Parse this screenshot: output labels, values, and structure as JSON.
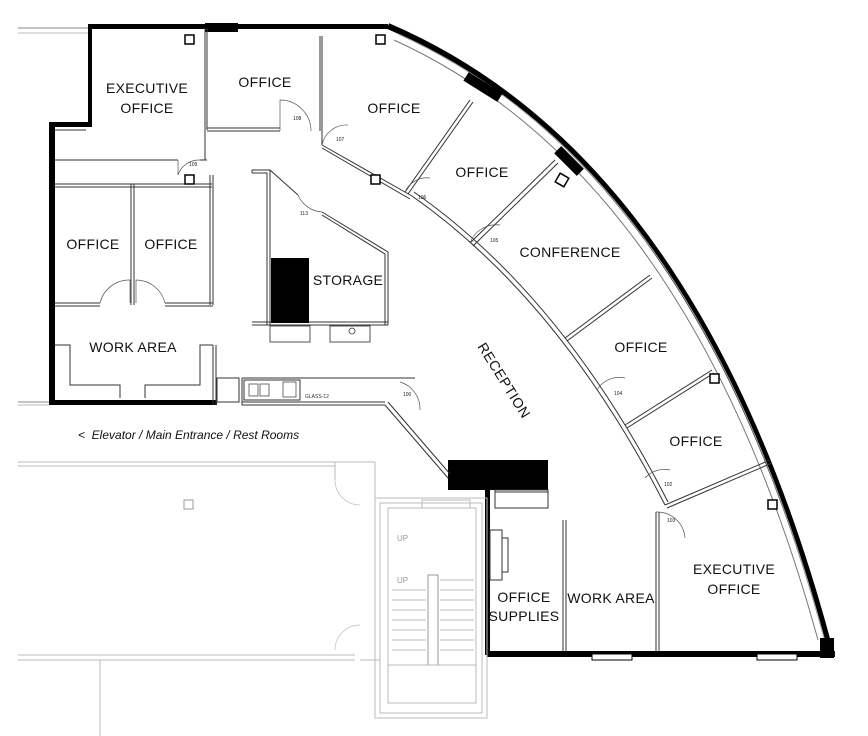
{
  "rooms": {
    "executive_office_nw": [
      "EXECUTIVE",
      "OFFICE"
    ],
    "office_top": "OFFICE",
    "office_curve_1": "OFFICE",
    "office_curve_2": "OFFICE",
    "office_left_1": "OFFICE",
    "office_left_2": "OFFICE",
    "storage": "STORAGE",
    "conference": "CONFERENCE",
    "work_area_west": "WORK AREA",
    "reception": "RECEPTION",
    "office_curve_3": "OFFICE",
    "office_curve_4": "OFFICE",
    "executive_office_se": [
      "EXECUTIVE",
      "OFFICE"
    ],
    "office_supplies": [
      "OFFICE",
      "SUPPLIES"
    ],
    "work_area_south": "WORK AREA"
  },
  "doors": {
    "d100": "100",
    "d102": "102",
    "d103": "103",
    "d104": "104",
    "d105": "105",
    "d106": "106",
    "d107": "107",
    "d108": "108",
    "d109": "109",
    "d113": "113"
  },
  "labels": {
    "glass": "GLASS-12",
    "up_1": "UP",
    "up_2": "UP",
    "corridor_note": "<  Elevator / Main Entrance / Rest Rooms"
  }
}
